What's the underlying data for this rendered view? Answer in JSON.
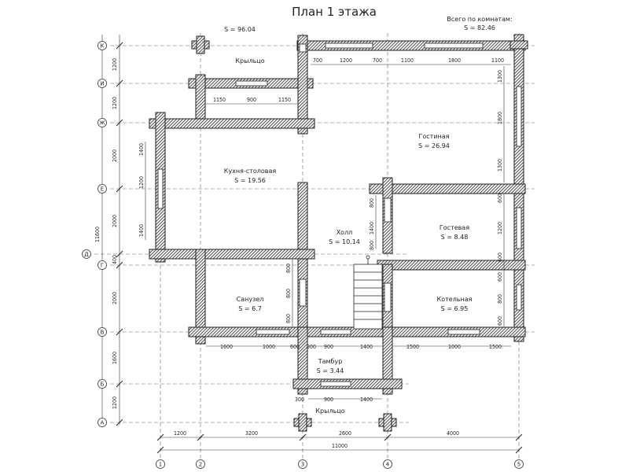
{
  "title": "План 1 этажа",
  "totals": {
    "overall_area": "S  =  96.04",
    "rooms_caption": "Всего по комнатам:",
    "rooms_area": "S  =  82.46"
  },
  "rooms": {
    "porch_top": "Крыльцо",
    "kitchen_name": "Кухня-столовая",
    "kitchen_area": "S  =  19.56",
    "living_name": "Гостиная",
    "living_area": "S  =  26.94",
    "hall_name": "Холл",
    "hall_area": "S  =  10.14",
    "guest_name": "Гостевая",
    "guest_area": "S  =  8.48",
    "bath_name": "Санузел",
    "bath_area": "S  =  6.7",
    "boiler_name": "Котельная",
    "boiler_area": "S  =  6.95",
    "vestibule_name": "Тамбур",
    "vestibule_area": "S  =  3.44",
    "porch_bottom": "Крыльцо"
  },
  "axes": {
    "horizontal": [
      "К",
      "И",
      "Ж",
      "Е",
      "Д",
      "Г",
      "В",
      "Б",
      "А"
    ],
    "vertical": [
      "1",
      "2",
      "3",
      "4",
      "5"
    ]
  },
  "dims": {
    "left_chain": [
      "1200",
      "1200",
      "2000",
      "2000",
      "400",
      "2000",
      "1600",
      "1200"
    ],
    "left_total": "11600",
    "kitchen_window": [
      "1400",
      "1200",
      "1400"
    ],
    "bottom_segments": [
      "1200",
      "3200",
      "2600",
      "4000"
    ],
    "bottom_total": "11000",
    "top_wall": [
      "700",
      "1200",
      "700",
      "1100",
      "1800",
      "1100"
    ],
    "porch_wall": [
      "1150",
      "900",
      "1150"
    ],
    "right_upper": [
      "1300",
      "1800",
      "1300"
    ],
    "right_lower": [
      "600",
      "1200",
      "600",
      "600",
      "800",
      "600"
    ],
    "hall_left": [
      "800",
      "1400",
      "800"
    ],
    "bath_right": [
      "800",
      "800",
      "800"
    ],
    "bath_bottom": [
      "1600",
      "1000",
      "600"
    ],
    "hall_bottom": [
      "300",
      "900",
      "1400"
    ],
    "boiler_bottom": [
      "1500",
      "1000",
      "1500"
    ],
    "vest_bottom": [
      "300",
      "900",
      "1400"
    ]
  }
}
